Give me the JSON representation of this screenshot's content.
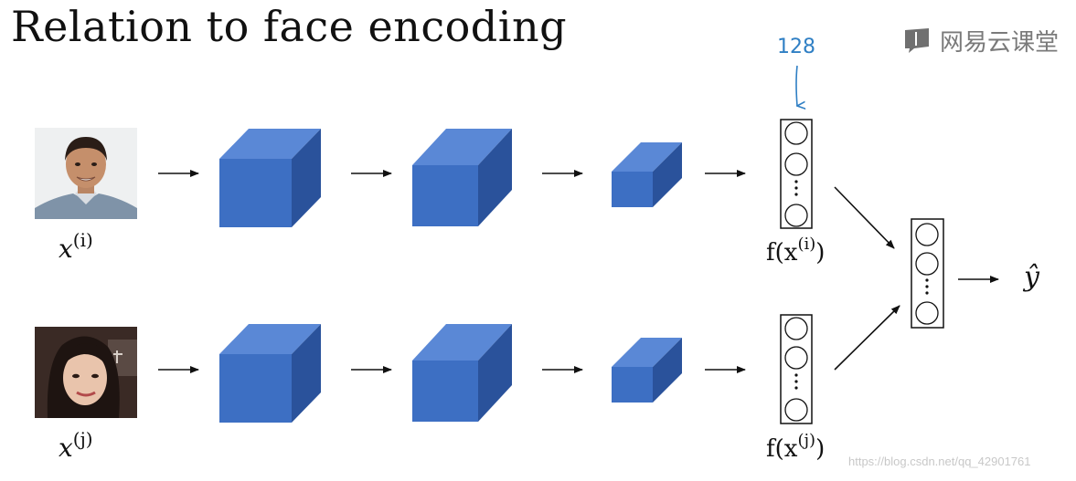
{
  "slide": {
    "title": "Relation to face encoding"
  },
  "brand": {
    "text": "网易云课堂",
    "icon": "speech-bubble-book-icon"
  },
  "inputs": [
    {
      "label": "x",
      "superscript": "(i)",
      "photo": "man-face-photo"
    },
    {
      "label": "x",
      "superscript": "(j)",
      "photo": "woman-face-photo"
    }
  ],
  "encodings": [
    {
      "label": "f(x",
      "superscript": "(i)",
      "close": ")"
    },
    {
      "label": "f(x",
      "superscript": "(j)",
      "close": ")"
    }
  ],
  "annotation": {
    "handwritten": "128"
  },
  "output": {
    "label": "ŷ"
  },
  "watermark": {
    "text": "https://blog.csdn.net/qq_42901761"
  },
  "colors": {
    "cube_front": "#3d6fc3",
    "cube_top": "#5a88d6",
    "cube_side": "#2a529b",
    "annotation_blue": "#2f7fc4",
    "arrow": "#111111"
  }
}
